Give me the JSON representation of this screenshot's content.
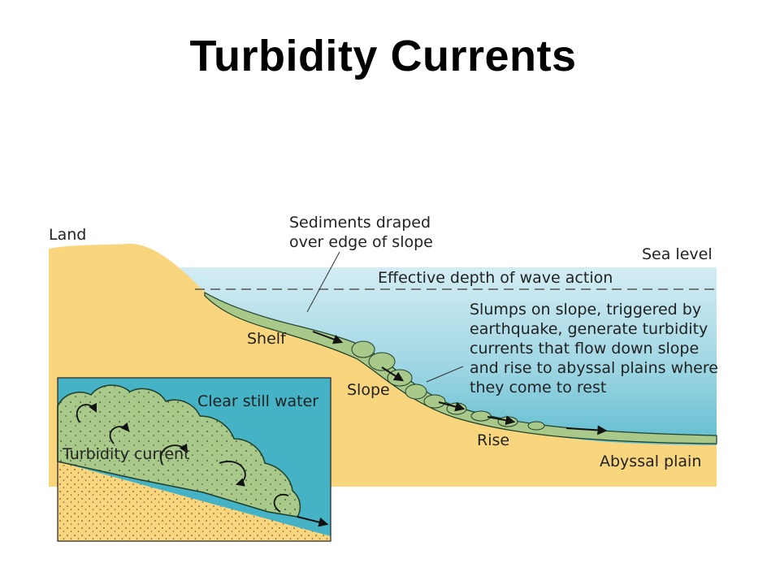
{
  "title": "Turbidity Currents",
  "labels": {
    "land": "Land",
    "sediments_line1": "Sediments draped",
    "sediments_line2": "over edge of slope",
    "sea_level": "Sea level",
    "wave_action": "Effective depth of wave action",
    "shelf": "Shelf",
    "slope": "Slope",
    "rise": "Rise",
    "abyssal_plain": "Abyssal plain",
    "slumps_line1": "Slumps on slope, triggered by",
    "slumps_line2": "earthquake, generate turbidity",
    "slumps_line3": "currents that flow down slope",
    "slumps_line4": "and rise to abyssal plains where",
    "slumps_line5": "they come to rest"
  },
  "inset": {
    "clear_water": "Clear still water",
    "turbidity_current": "Turbidity current"
  },
  "colors": {
    "land": "#f9d57e",
    "water_top": "#cdeaf2",
    "water_bottom": "#4fb6c9",
    "sediment": "#a8c98a",
    "sediment_outline": "#1f3f2a",
    "inset_water": "#45b3c5"
  }
}
